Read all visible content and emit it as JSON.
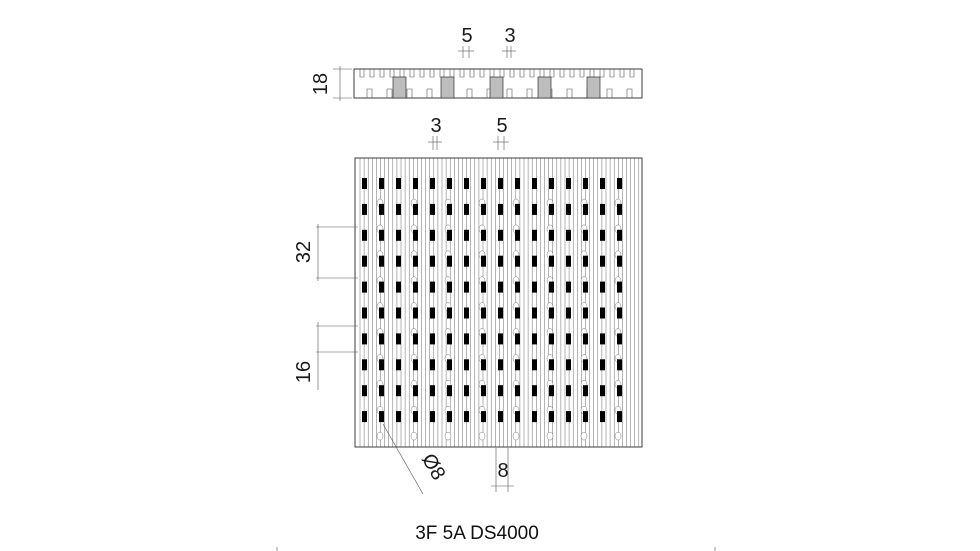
{
  "drawing": {
    "caption": "3F 5A DS4000",
    "side_view": {
      "height_label": "18",
      "top_dim_left": "5",
      "top_dim_right": "3"
    },
    "plan_view": {
      "top_dim_left": "3",
      "top_dim_right": "5",
      "pitch_label": "32",
      "pitch_label_ghost": "32",
      "half_pitch_label": "16",
      "half_pitch_label_ghost": "16",
      "hole_diameter_label": "Ø8",
      "bottom_width_label": "8"
    }
  }
}
